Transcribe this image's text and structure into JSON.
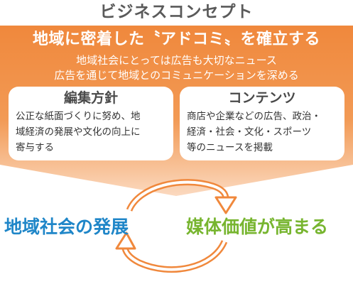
{
  "title": "ビジネスコンセプト",
  "headline": "地域に密着した〝アドコミ〟を確立する",
  "sublines": [
    "地域社会にとっては広告も大切なニュース",
    "広告を通じて地域とのコミュニケーションを深める"
  ],
  "cards": [
    {
      "title": "編集方針",
      "lines": [
        "公正な紙面づくりに努め、地",
        "域経済の発展や文化の向上に",
        "寄与する"
      ]
    },
    {
      "title": "コンテンツ",
      "lines": [
        "商店や企業などの広告、政治・",
        "経済・社会・文化・スポーツ",
        "等のニュースを掲載"
      ]
    }
  ],
  "cycle": {
    "left_label": "地域社会の発展",
    "right_label": "媒体価値が高まる"
  },
  "colors": {
    "banner": "#f0883c",
    "title": "#5a5a5a",
    "left_label": "#1f86c8",
    "right_label": "#77b52f",
    "arrow_stroke": "#f0883c"
  }
}
